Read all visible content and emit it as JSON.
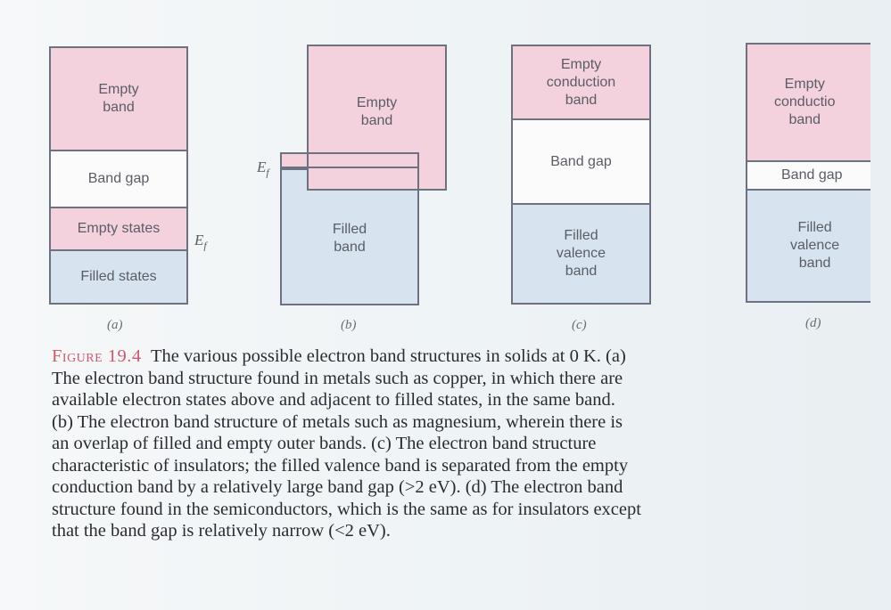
{
  "panels": {
    "a": {
      "label": "(a)",
      "empty_band": "Empty\nband",
      "band_gap": "Band gap",
      "empty_states": "Empty states",
      "filled_states": "Filled states",
      "fermi": "E",
      "fermi_sub": "f"
    },
    "b": {
      "label": "(b)",
      "empty_band": "Empty\nband",
      "filled_band": "Filled\nband",
      "fermi": "E",
      "fermi_sub": "f"
    },
    "c": {
      "label": "(c)",
      "empty_conduction_band": "Empty\nconduction\nband",
      "band_gap": "Band gap",
      "filled_valence_band": "Filled\nvalence\nband"
    },
    "d": {
      "label": "(d)",
      "empty_conduction_band": "Empty\nconductio\nband",
      "band_gap": "Band gap",
      "filled_valence_band": "Filled\nvalence\nband"
    }
  },
  "caption": {
    "figure_label": "Figure 19.4",
    "lines": [
      "The various possible electron band structures in solids at 0 K. (a)",
      "The electron band structure found in metals such as copper, in which there are",
      "available electron states above and adjacent to filled states, in the same band.",
      "(b) The electron band structure of metals such as magnesium, wherein there is",
      "an overlap of filled and empty outer bands. (c) The electron band structure",
      "characteristic of insulators; the filled valence band is separated from the empty",
      "conduction band by a relatively large band gap (>2 eV). (d) The electron band",
      "structure found in the semiconductors, which is the same as for insulators except",
      "that the band gap is relatively narrow (<2 eV)."
    ]
  }
}
